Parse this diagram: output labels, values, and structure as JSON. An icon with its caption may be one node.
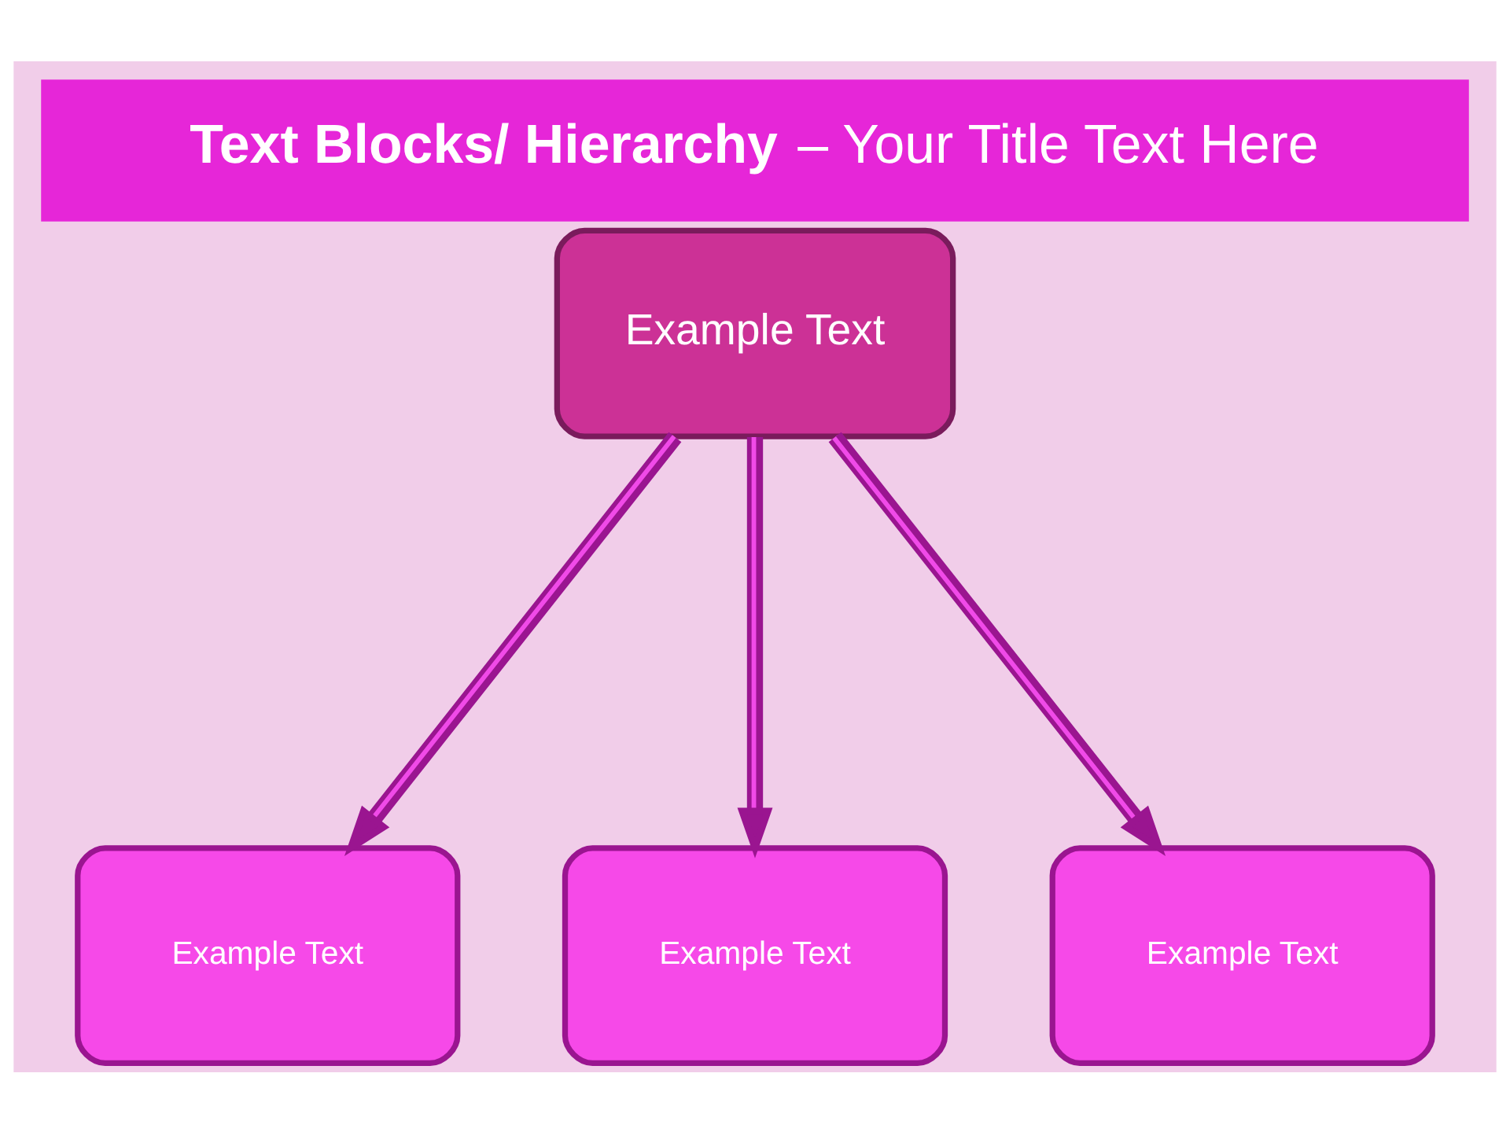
{
  "diagram": {
    "title": "**Text Blocks/ Hierarchy** – Your Title Text Here",
    "nodes": [
      {
        "text": [
          "Example Text"
        ]
      },
      {
        "text": [
          "Example Text"
        ]
      },
      {
        "text": [
          "Example Text"
        ]
      },
      {
        "text": [
          "Example Text"
        ]
      }
    ],
    "edges": [
      {
        "from": 0,
        "to": 1,
        "arrow": "to"
      },
      {
        "from": 0,
        "to": 2,
        "arrow": "to"
      },
      {
        "from": 0,
        "to": 3,
        "arrow": "to"
      }
    ]
  }
}
